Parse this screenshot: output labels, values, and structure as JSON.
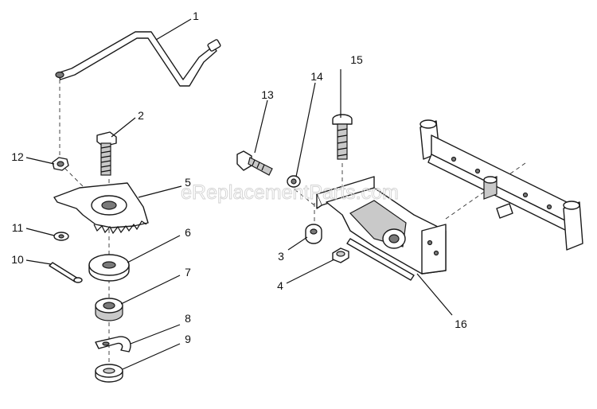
{
  "watermark": "eReplacementParts.com",
  "callouts": {
    "c1": "1",
    "c2": "2",
    "c3": "3",
    "c4": "4",
    "c5": "5",
    "c6": "6",
    "c7": "7",
    "c8": "8",
    "c9": "9",
    "c10": "10",
    "c11": "11",
    "c12": "12",
    "c13": "13",
    "c14": "14",
    "c15": "15",
    "c16": "16"
  }
}
